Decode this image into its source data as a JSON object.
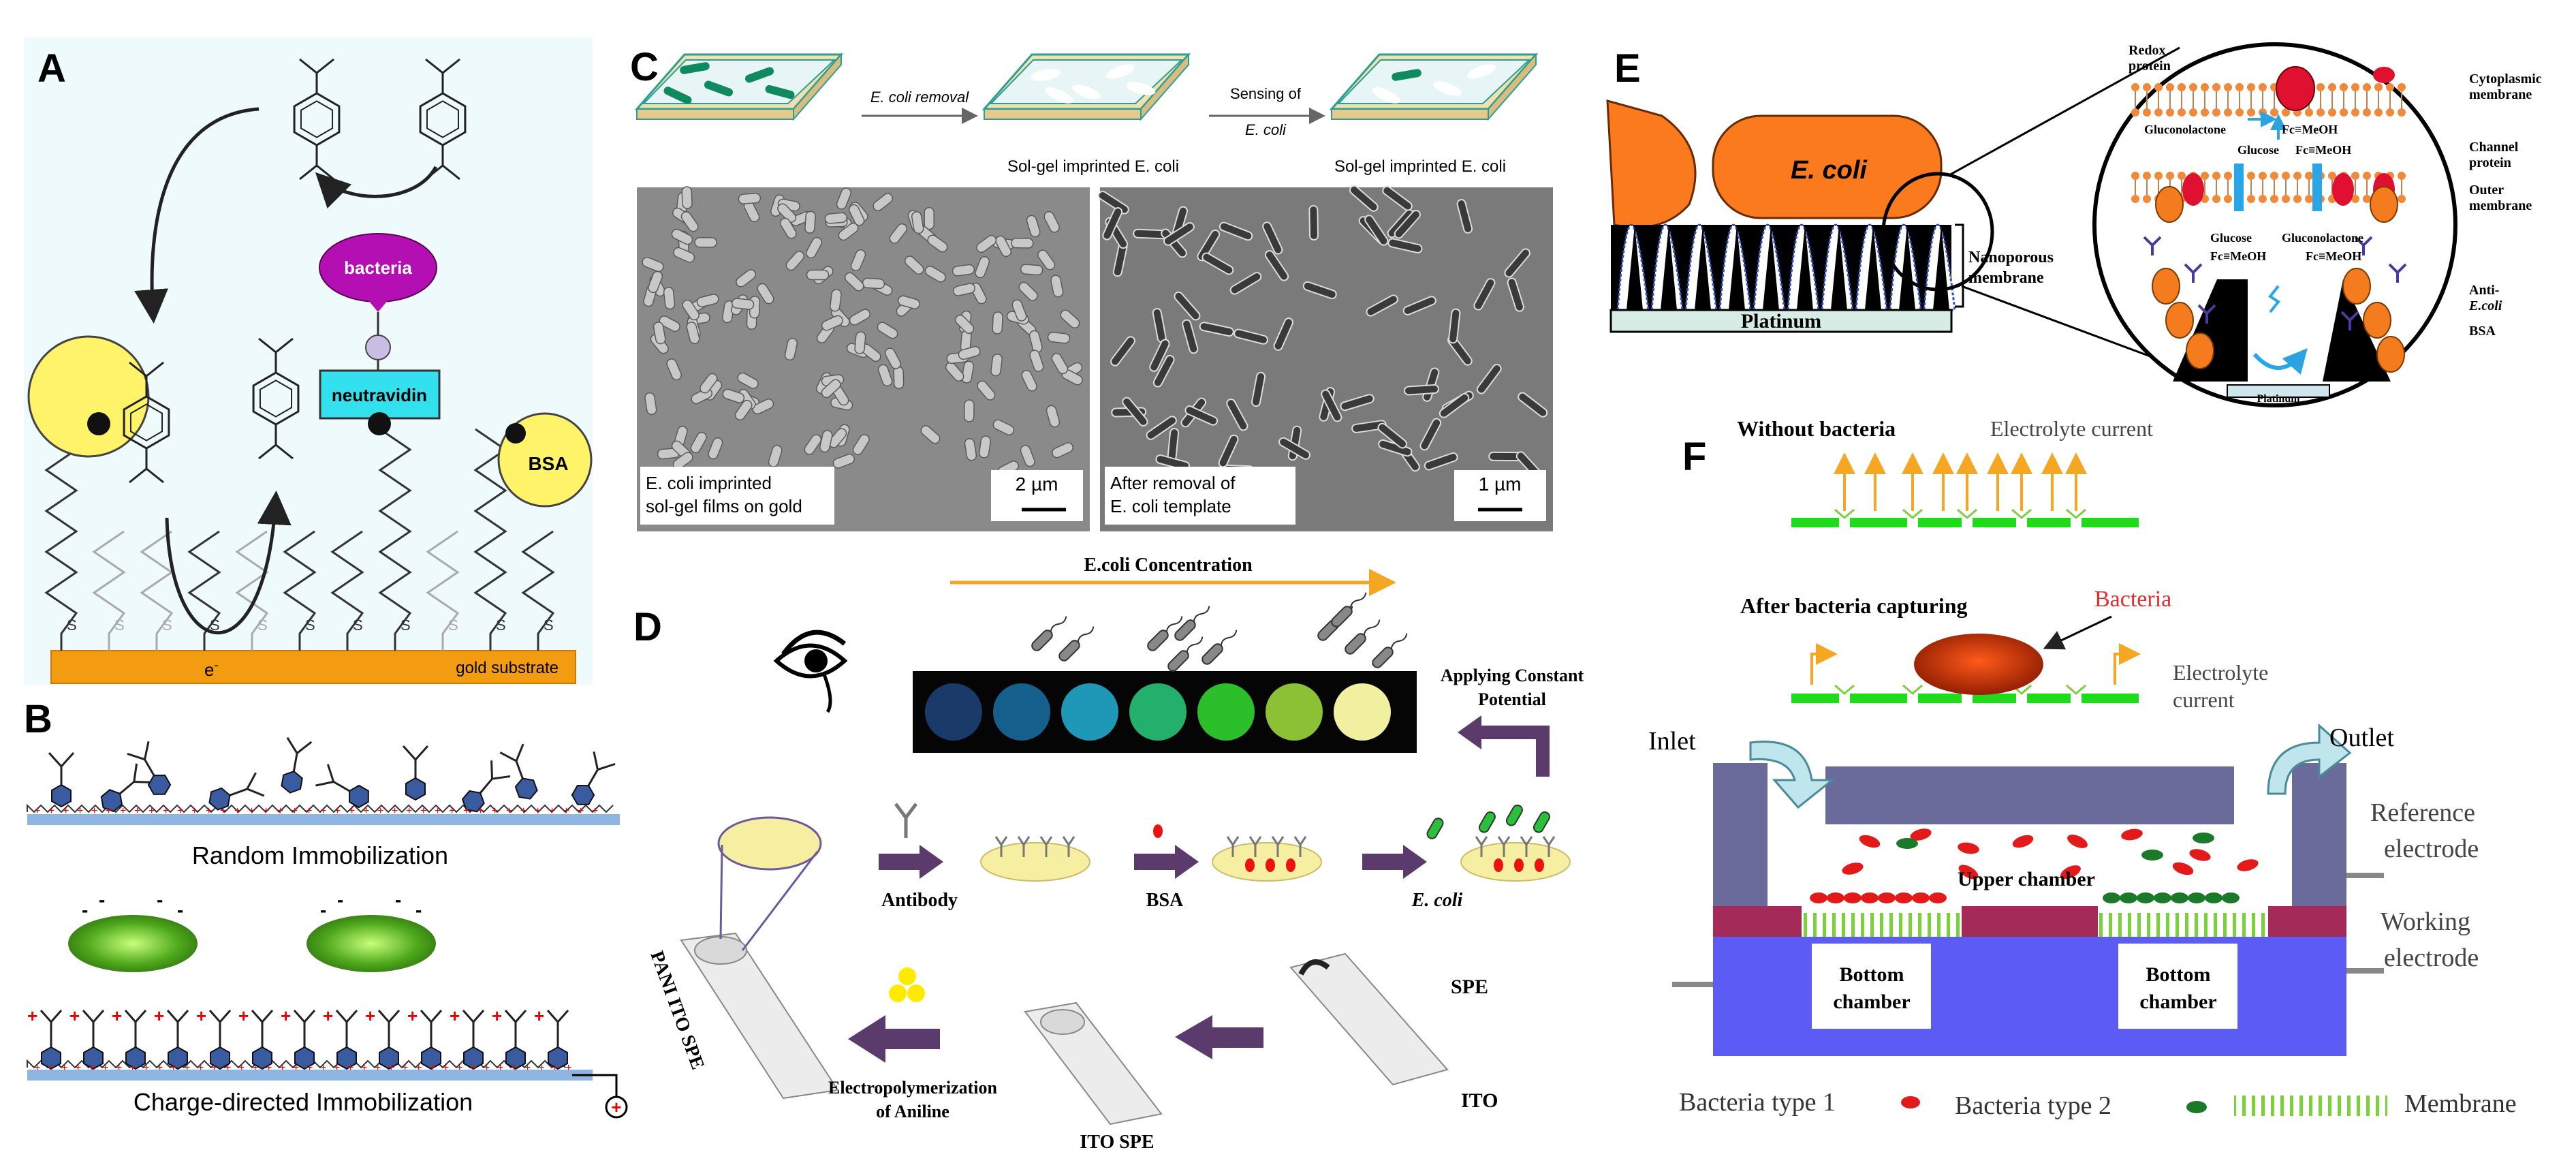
{
  "panels": {
    "A": {
      "letter": "A",
      "bacteria": "bacteria",
      "neutravidin": "neutravidin",
      "bsa": "BSA",
      "electron": "e",
      "electron_sup": "-",
      "substrate": "gold substrate",
      "thiol_label": "S"
    },
    "B": {
      "letter": "B",
      "random": "Random Immobilization",
      "charge": "Charge-directed Immobilization",
      "plus": "+",
      "minus": "-"
    },
    "C": {
      "letter": "C",
      "step1_arrow": "E. coli removal",
      "step2_arrow_l1": "Sensing of",
      "step2_arrow_l2": "E. coli",
      "sol_gel_1": "Sol-gel imprinted E. coli",
      "sol_gel_2": "Sol-gel imprinted E. coli",
      "sem1_caption_l1": "E. coli imprinted",
      "sem1_caption_l2": "sol-gel films on gold",
      "sem1_scale": "2 µm",
      "sem2_caption_l1": "After removal of",
      "sem2_caption_l2": "E. coli template",
      "sem2_scale": "1 µm"
    },
    "D": {
      "letter": "D",
      "concentration": "E.coli  Concentration",
      "applying_l1": "Applying Constant",
      "applying_l2": "Potential",
      "antibody": "Antibody",
      "bsa": "BSA",
      "ecoli": "E. coli",
      "pani": "PANI ITO SPE",
      "electropoly_l1": "Electropolymerization",
      "electropoly_l2": "of Aniline",
      "ito_spe": "ITO SPE",
      "spe": "SPE",
      "ito": "ITO",
      "wells": [
        "#1a3a6a",
        "#155f8c",
        "#1f98b8",
        "#23b06c",
        "#2bc02a",
        "#8cc035",
        "#f0f0a0"
      ]
    },
    "E": {
      "letter": "E",
      "ecoli": "E. coli",
      "nanoporous_l1": "Nanoporous",
      "nanoporous_l2": "membrane",
      "platinum": "Platinum",
      "redox_l1": "Redox",
      "redox_l2": "protein",
      "cyto_l1": "Cytoplasmic",
      "cyto_l2": "membrane",
      "gluconolactone": "Gluconolactone",
      "glucose": "Glucose",
      "fc_meoh": "Fc≡MeOH",
      "channel_l1": "Channel",
      "channel_l2": "protein",
      "outer_l1": "Outer",
      "outer_l2": "membrane",
      "anti_l1": "Anti-",
      "anti_l2": "E.coli",
      "bsa": "BSA",
      "platinum_small": "Platinum"
    },
    "F": {
      "letter": "F",
      "without": "Without bacteria",
      "electrolyte": "Electrolyte current",
      "after": "After bacteria capturing",
      "bacteria": "Bacteria",
      "electrolyte2_l1": "Electrolyte",
      "electrolyte2_l2": "current",
      "inlet": "Inlet",
      "outlet": "Outlet",
      "upper": "Upper chamber",
      "bottom_l1": "Bottom",
      "bottom_l2": "chamber",
      "reference_l1": "Reference",
      "reference_l2": "electrode",
      "working_l1": "Working",
      "working_l2": "electrode",
      "legend_b1": "Bacteria type 1",
      "legend_b2": "Bacteria type 2",
      "legend_membrane": "Membrane"
    }
  },
  "colors": {
    "gold": "#f39c12",
    "magenta": "#b30fb3",
    "cyan": "#33e0ee",
    "yellow": "#fff36a",
    "orange_ecoli": "#fb7a1e",
    "purple_arrow": "#5b3b6b",
    "green_bar": "#22d91e",
    "chamber_blue": "#5c5cf5",
    "chamber_slate": "#6b6b9b",
    "electrode_red": "#a42a5a"
  }
}
